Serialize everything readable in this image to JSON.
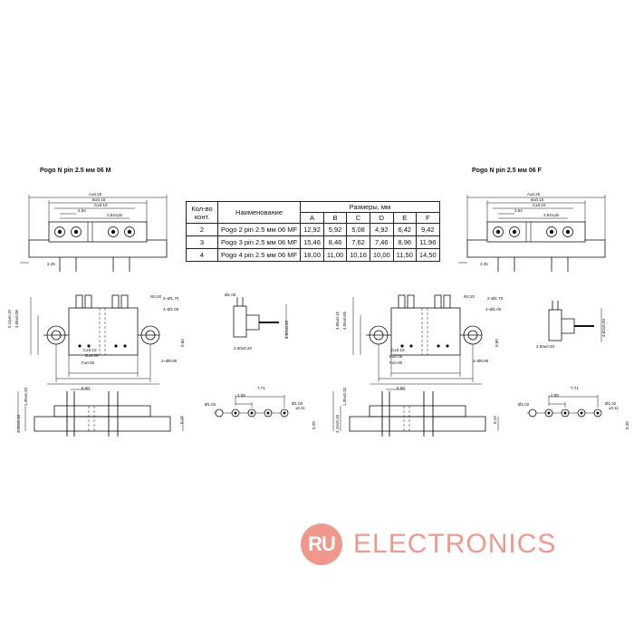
{
  "titles": {
    "left": "Pogo N pin 2.5 мм 06 M",
    "right": "Pogo N pin 2.5 мм 06 F"
  },
  "table": {
    "qty_header": "Кол-во конт.",
    "name_header": "Наименование",
    "sizes_header": "Размеры, мм",
    "letters": [
      "A",
      "B",
      "C",
      "D",
      "E",
      "F"
    ],
    "rows": [
      {
        "qty": "2",
        "name": "Pogo 2 pin 2.5 мм 06 MF",
        "values": [
          "12,92",
          "5,92",
          "5,08",
          "4,92",
          "6,42",
          "9,42"
        ]
      },
      {
        "qty": "3",
        "name": "Pogo 3 pin 2.5 мм 06 MF",
        "values": [
          "15,46",
          "8,46",
          "7,62",
          "7,46",
          "8,96",
          "11,96"
        ]
      },
      {
        "qty": "4",
        "name": "Pogo 4 pin 2.5 мм 06 MF",
        "values": [
          "18,00",
          "11,00",
          "10,16",
          "10,00",
          "11,50",
          "14,50"
        ]
      }
    ]
  },
  "dims": {
    "a": "A±0.20",
    "b": "B±0.15",
    "c": "C±0.10",
    "pitch": "2.54×pin",
    "p254": "2.54",
    "d325": "3.25",
    "r020": "R0.20",
    "hole170": "2–Ø1.70",
    "hole100": "4–Ø1.00",
    "hole080": "2–Ø0.80",
    "c010": "C±0.10",
    "d005": "D±0.05",
    "f005": "F±0.05",
    "e005": "E±0.05",
    "v080": "0.80",
    "v514": "5.14±0.15",
    "v405": "4.05±0.05",
    "v406": "4.06±0.15",
    "pin100": "Ø1.00",
    "v250": "2.50±0.20",
    "v362": "3.62±0.20",
    "v650": "6.50",
    "v135": "1.35±0.10",
    "v315": "3.15±0.10",
    "v019": "0.19",
    "v771": "7.71",
    "v259": "2.59",
    "pad102": "Ø1.02",
    "pad102b": "Ø1.02",
    "tol": "±0.11",
    "v020": "0.20"
  },
  "watermark": {
    "badge": "RU",
    "text": "ELECTRONICS",
    "color": "#e4452f"
  }
}
